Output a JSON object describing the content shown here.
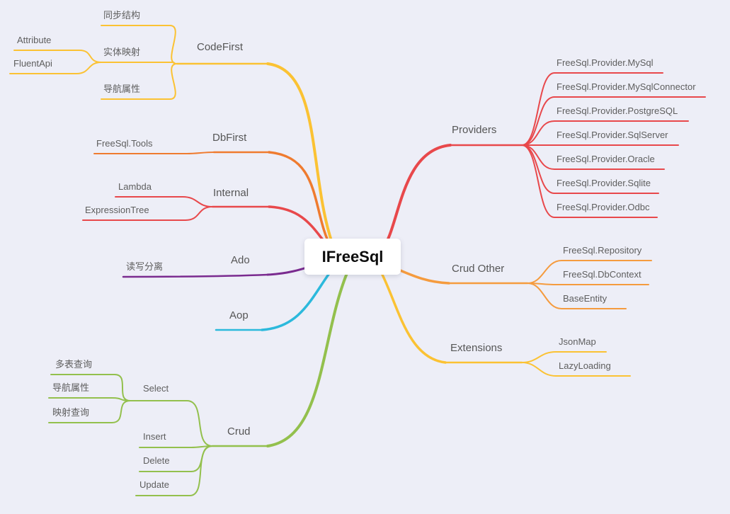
{
  "title": "IFreeSql",
  "canvas": {
    "background": "#EDEEF7"
  },
  "branches": [
    {
      "id": "codefirst",
      "label": "CodeFirst",
      "color": "#FBC233",
      "children": [
        {
          "label": "同步结构"
        },
        {
          "label": "实体映射",
          "children": [
            {
              "label": "Attribute"
            },
            {
              "label": "FluentApi"
            }
          ]
        },
        {
          "label": "导航属性"
        }
      ]
    },
    {
      "id": "dbfirst",
      "label": "DbFirst",
      "color": "#EF7B2F",
      "children": [
        {
          "label": "FreeSql.Tools"
        }
      ]
    },
    {
      "id": "internal",
      "label": "Internal",
      "color": "#E8484B",
      "children": [
        {
          "label": "Lambda"
        },
        {
          "label": "ExpressionTree"
        }
      ]
    },
    {
      "id": "ado",
      "label": "Ado",
      "color": "#7A2B8F",
      "children": [
        {
          "label": "读写分离"
        }
      ]
    },
    {
      "id": "aop",
      "label": "Aop",
      "color": "#2CB9DC",
      "children": []
    },
    {
      "id": "crud",
      "label": "Crud",
      "color": "#93C04D",
      "children": [
        {
          "label": "Select",
          "children": [
            {
              "label": "多表查询"
            },
            {
              "label": "导航属性"
            },
            {
              "label": "映射查询"
            }
          ]
        },
        {
          "label": "Insert"
        },
        {
          "label": "Delete"
        },
        {
          "label": "Update"
        }
      ]
    },
    {
      "id": "providers",
      "label": "Providers",
      "color": "#E8484B",
      "children": [
        {
          "label": "FreeSql.Provider.MySql"
        },
        {
          "label": "FreeSql.Provider.MySqlConnector"
        },
        {
          "label": "FreeSql.Provider.PostgreSQL"
        },
        {
          "label": "FreeSql.Provider.SqlServer"
        },
        {
          "label": "FreeSql.Provider.Oracle"
        },
        {
          "label": "FreeSql.Provider.Sqlite"
        },
        {
          "label": "FreeSql.Provider.Odbc"
        }
      ]
    },
    {
      "id": "crud_other",
      "label": "Crud Other",
      "color": "#F59B3E",
      "children": [
        {
          "label": "FreeSql.Repository"
        },
        {
          "label": "FreeSql.DbContext"
        },
        {
          "label": "BaseEntity"
        }
      ]
    },
    {
      "id": "extensions",
      "label": "Extensions",
      "color": "#FBC233",
      "children": [
        {
          "label": "JsonMap"
        },
        {
          "label": "LazyLoading"
        }
      ]
    }
  ]
}
